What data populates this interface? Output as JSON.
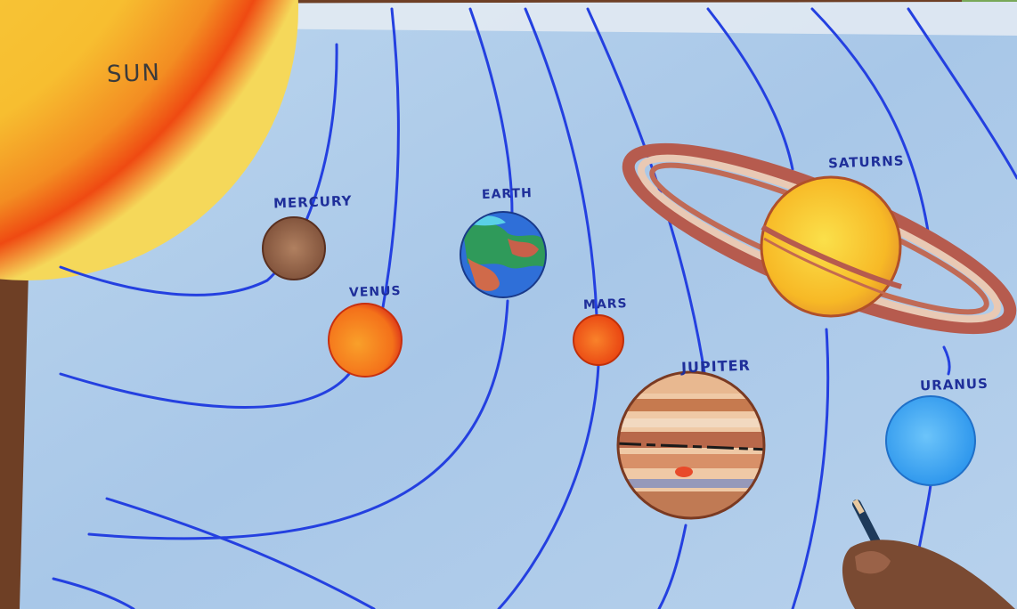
{
  "labels": {
    "sun": "SUN",
    "mercury": "MERCURY",
    "venus": "VENUS",
    "earth": "EARTH",
    "mars": "MARS",
    "jupiter": "JUPITER",
    "saturn": "SATURNS",
    "uranus": "URANUS"
  },
  "colors": {
    "sky": "#a9c9ea",
    "orbit_line": "#2440e0",
    "label_ink": "#1f2f9a",
    "sun_core": "#f6c531",
    "sun_rim": "#f04a10",
    "mercury": "#9a6a4a",
    "venus": "#f4771b",
    "earth_land": "#2f9a5a",
    "earth_sea": "#2f6fd8",
    "mars": "#f15a12",
    "jupiter_band": "#c67a4f",
    "saturn_body": "#f7c12c",
    "saturn_ring": "#b65b4e",
    "uranus": "#38a4f2"
  }
}
